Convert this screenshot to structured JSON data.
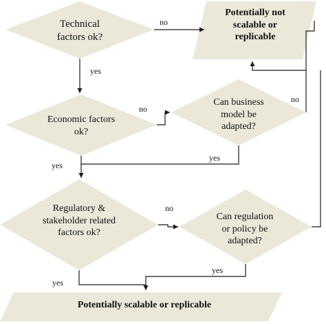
{
  "diagram": {
    "fill_color": "#ebe8da",
    "line_color": "#1a1a1a",
    "nodes": {
      "technical": "Technical\nfactors ok?",
      "not_scalable": "Potentially not\nscalable or\nreplicable",
      "economic": "Economic factors\nok?",
      "business_model": "Can business\nmodel be\nadapted?",
      "regulatory": "Regulatory &\nstakeholder related\nfactors ok?",
      "regulation_policy": "Can regulation\nor policy be\nadapted?",
      "scalable": "Potentially scalable or replicable"
    },
    "edges": {
      "technical_no": "no",
      "technical_yes": "yes",
      "economic_no": "no",
      "business_no": "no",
      "economic_yes": "yes",
      "business_yes": "yes",
      "regulatory_no": "no",
      "regulation_yes": "yes",
      "regulatory_yes": "yes"
    }
  }
}
